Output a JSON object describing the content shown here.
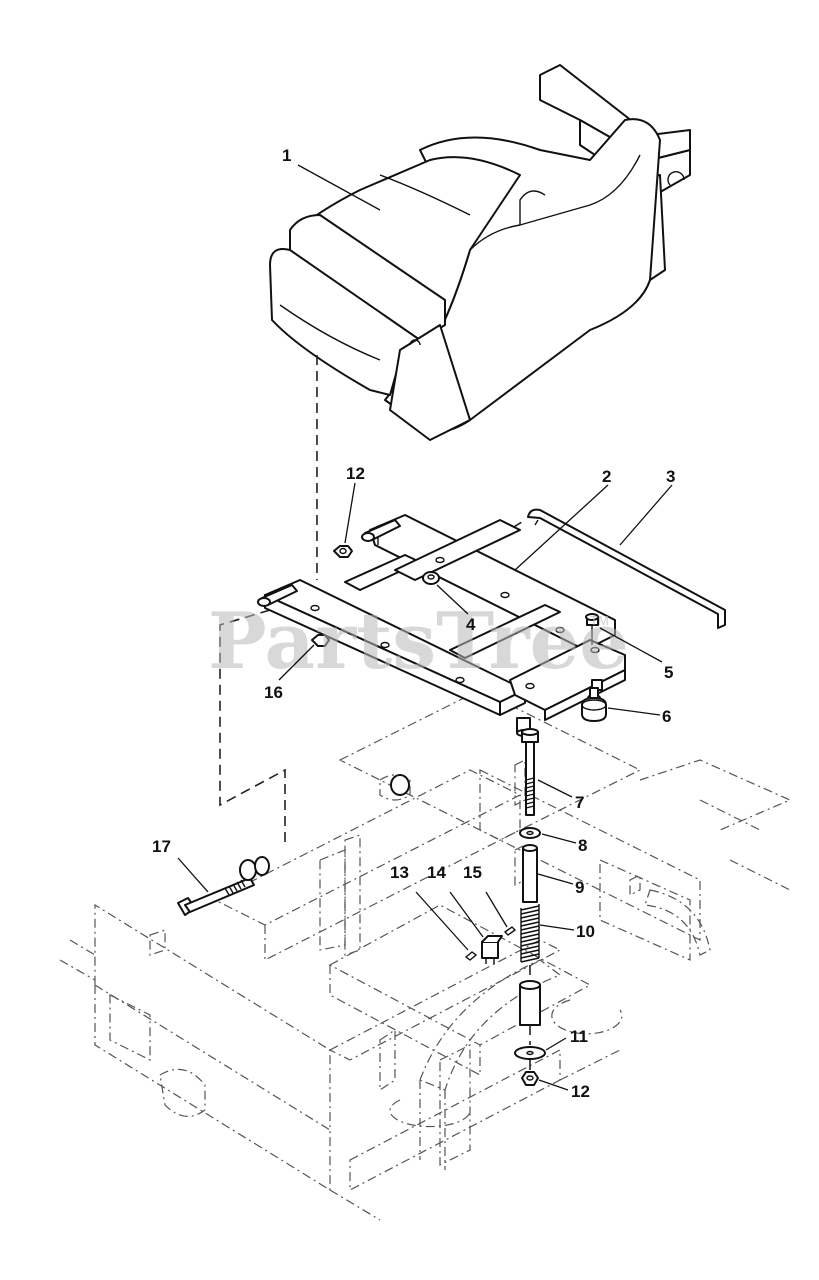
{
  "watermark": {
    "text": "PartsTree",
    "trademark": "TM"
  },
  "callouts": [
    {
      "id": "c1",
      "label": "1"
    },
    {
      "id": "c2",
      "label": "2"
    },
    {
      "id": "c3",
      "label": "3"
    },
    {
      "id": "c4",
      "label": "4"
    },
    {
      "id": "c5",
      "label": "5"
    },
    {
      "id": "c6",
      "label": "6"
    },
    {
      "id": "c7",
      "label": "7"
    },
    {
      "id": "c8",
      "label": "8"
    },
    {
      "id": "c9",
      "label": "9"
    },
    {
      "id": "c10",
      "label": "10"
    },
    {
      "id": "c11",
      "label": "11"
    },
    {
      "id": "c12a",
      "label": "12"
    },
    {
      "id": "c12b",
      "label": "12"
    },
    {
      "id": "c13",
      "label": "13"
    },
    {
      "id": "c14",
      "label": "14"
    },
    {
      "id": "c15",
      "label": "15"
    },
    {
      "id": "c16",
      "label": "16"
    },
    {
      "id": "c17",
      "label": "17"
    }
  ]
}
